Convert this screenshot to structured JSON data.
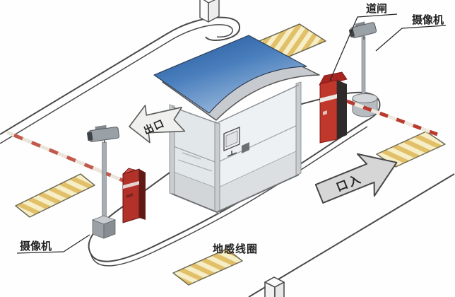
{
  "diagram": {
    "title": "parking-entrance-exit-management-system",
    "labels": {
      "barrier_gate": "道闸",
      "camera_entrance": "摄像机",
      "camera_exit": "摄像机",
      "ground_coil": "地感线圈",
      "exit_sign": "出口",
      "entrance_sign": "口入"
    },
    "colors": {
      "roof_blue_dark": "#2a62a8",
      "roof_blue_light": "#a9c4e2",
      "barrier_red": "#c0382c",
      "barrier_red_dark": "#601a16",
      "coil_fill": "#f6eec6",
      "coil_stripe": "#e2c069",
      "road_line": "#4a4a4a",
      "arrow_fill": "#d6d6d6",
      "sign_fill": "#f0f0ef",
      "label_text": "#222222"
    }
  }
}
